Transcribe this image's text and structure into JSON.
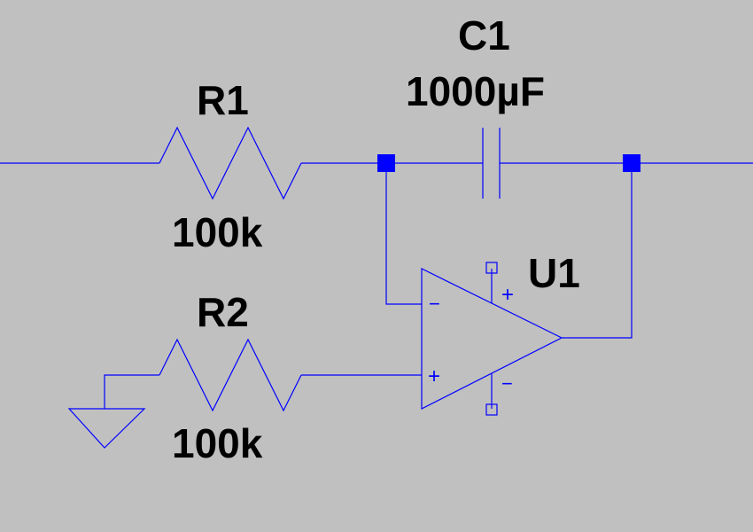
{
  "colors": {
    "background": "#c0c0c0",
    "wire": "#0000ff",
    "text": "#000000"
  },
  "components": {
    "r1": {
      "name": "R1",
      "value": "100k"
    },
    "r2": {
      "name": "R2",
      "value": "100k"
    },
    "c1": {
      "name": "C1",
      "value": "1000µF"
    },
    "u1": {
      "name": "U1",
      "inv_symbol": "−",
      "noninv_symbol": "+",
      "vplus_symbol": "+",
      "vminus_symbol": "−"
    }
  }
}
